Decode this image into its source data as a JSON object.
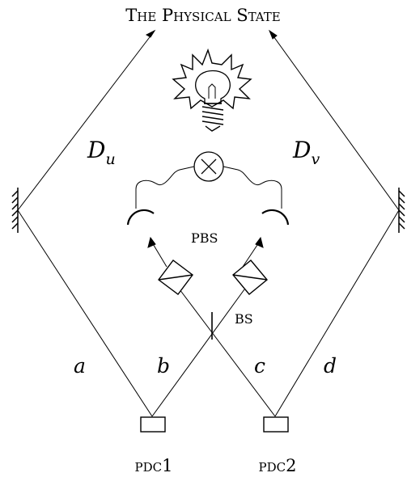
{
  "title": "The Physical State",
  "labels": {
    "detector_u": {
      "main": "D",
      "sub": "u"
    },
    "detector_v": {
      "main": "D",
      "sub": "v"
    },
    "pbs": "PBS",
    "bs": "BS",
    "path_a": "a",
    "path_b": "b",
    "path_c": "c",
    "path_d": "d",
    "source_1": "pdc1",
    "source_2": "pdc2"
  },
  "icons": {
    "bulb": "light-bulb-icon",
    "coincidence": "coincidence-counter-icon",
    "mirror": "mirror-icon"
  }
}
